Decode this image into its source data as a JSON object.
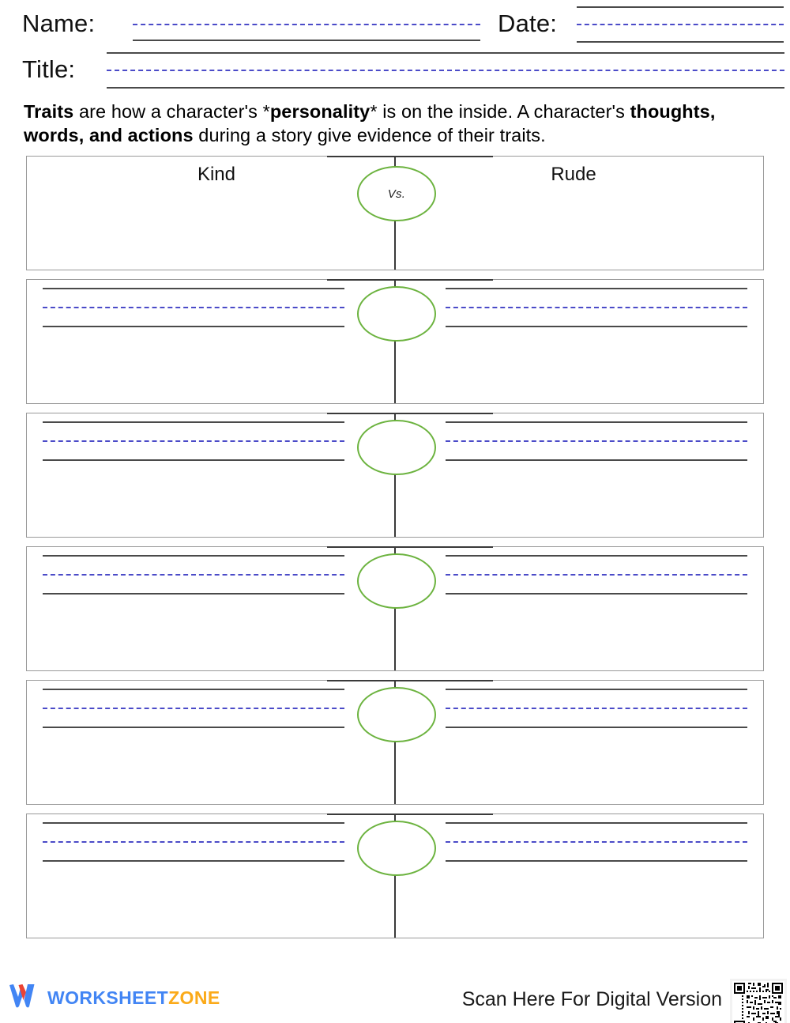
{
  "header": {
    "name_label": "Name:",
    "date_label": "Date:",
    "title_label": "Title:"
  },
  "intro": {
    "part1_bold": "Traits",
    "part2": " are how a character's *",
    "part3_bold": "personality",
    "part4": "* is on the inside. A character's ",
    "part5_bold": "thoughts, words, and actions",
    "part6": " during a story give evidence of their traits."
  },
  "comparison": {
    "left_heading": "Kind",
    "right_heading": "Rude",
    "vs_label": "Vs.",
    "ellipse_color": "#6cb33f",
    "divider_color": "#3a3a3a",
    "rule_solid_color": "#4a4a4a",
    "rule_dashed_color": "#4b4bc8",
    "rows": [
      {
        "type": "heading",
        "vs_label": "Vs."
      },
      {
        "type": "lined",
        "vs_label": ""
      },
      {
        "type": "lined",
        "vs_label": ""
      },
      {
        "type": "lined",
        "vs_label": ""
      },
      {
        "type": "lined",
        "vs_label": ""
      },
      {
        "type": "lined",
        "vs_label": ""
      }
    ]
  },
  "footer": {
    "logo_word_1": "WORKSHEET",
    "logo_word_2": "ZONE",
    "logo_color_1": "#4285f4",
    "logo_color_2": "#fbaa19",
    "logo_accent_red": "#ea4335",
    "scan_text": "Scan Here For Digital Version"
  }
}
